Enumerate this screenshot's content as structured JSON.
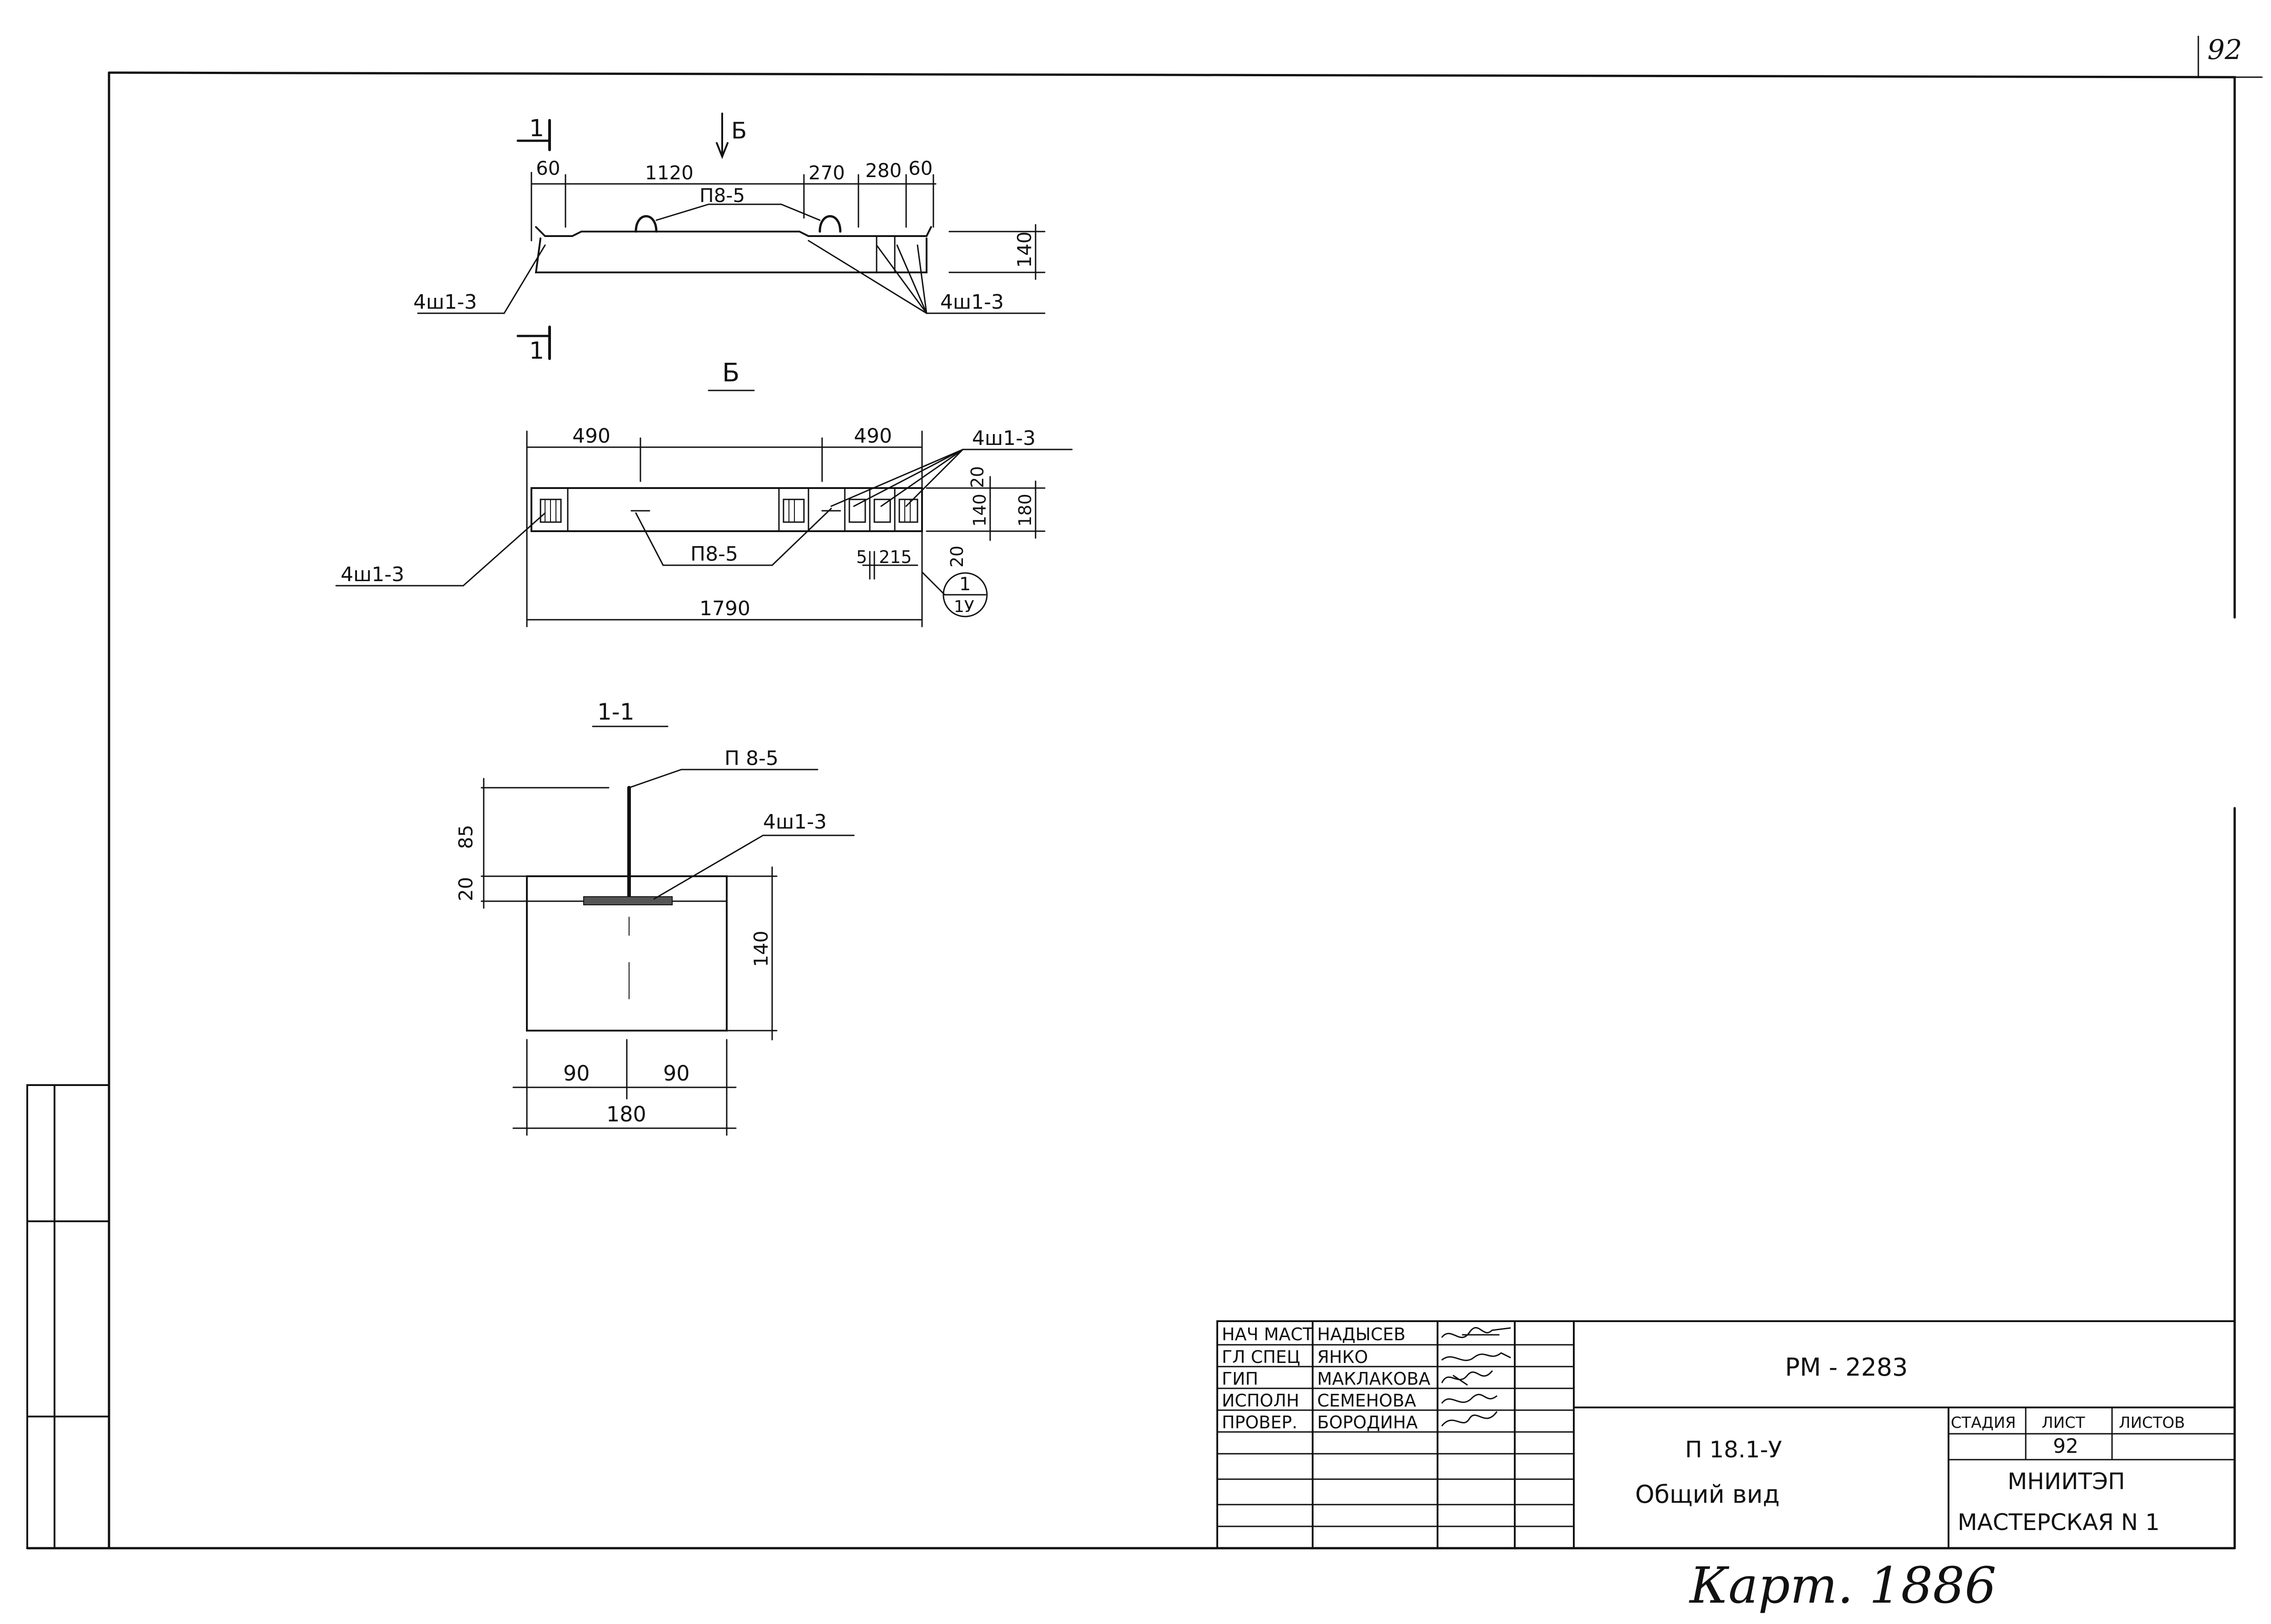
{
  "sheet_number_corner": "92",
  "plan_top": {
    "section_marker": "1",
    "view_marker": "Б",
    "dims": [
      "60",
      "1120",
      "270",
      "280",
      "60"
    ],
    "height_dim": "140",
    "rebar_label": "П8-5",
    "mesh_label_left": "4ш1-3",
    "mesh_label_right": "4ш1-3"
  },
  "view_b": {
    "title": "Б",
    "dim_left": "490",
    "dim_right": "490",
    "total": "1790",
    "dim_140": "140",
    "dim_180": "180",
    "dim_20a": "20",
    "dim_20b": "20",
    "dim_5": "5",
    "dim_215": "215",
    "rebar_label": "П8-5",
    "mesh_label_left": "4ш1-3",
    "mesh_label_right": "4ш1-3",
    "callout_num": "1",
    "callout_sheet": "1У"
  },
  "section_1_1": {
    "title": "1-1",
    "rebar_label": "П 8-5",
    "mesh_label": "4ш1-3",
    "dim_85": "85",
    "dim_20": "20",
    "dim_140": "140",
    "dim_90a": "90",
    "dim_90b": "90",
    "dim_180": "180"
  },
  "title_block": {
    "rows": [
      {
        "role": "НАЧ МАСТ",
        "name": "НАДЫСЕВ"
      },
      {
        "role": "ГЛ СПЕЦ",
        "name": "ЯНКО"
      },
      {
        "role": "ГИП",
        "name": "МАКЛАКОВА"
      },
      {
        "role": "ИСПОЛН",
        "name": "СЕМЕНОВА"
      },
      {
        "role": "ПРОВЕР.",
        "name": "БОРОДИНА"
      }
    ],
    "doc_code": "РМ - 2283",
    "product": "П 18.1-У",
    "drawing_name": "Общий вид",
    "stage_header": "СТАДИЯ",
    "sheet_header": "ЛИСТ",
    "sheets_header": "ЛИСТОВ",
    "sheet_value": "92",
    "org_line1": "МНИИТЭП",
    "org_line2": "МАСТЕРСКАЯ N 1"
  },
  "footer_handwritten": "Карт. 1886"
}
